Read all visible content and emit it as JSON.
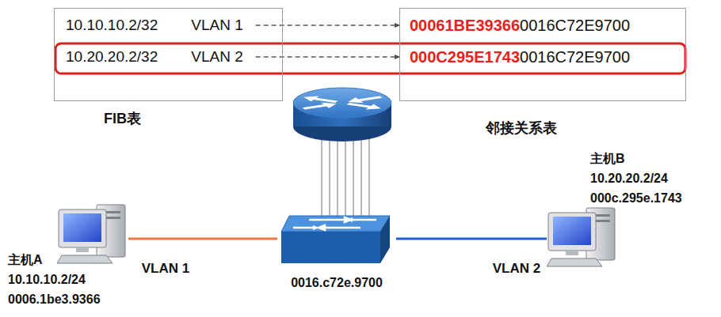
{
  "diagram": {
    "nodes": [
      {
        "text": [
          "FIB表"
        ]
      },
      {
        "text": [
          "10.10.10.2/32",
          "VLAN 1"
        ],
        "in": 0
      },
      {
        "text": [
          "10.20.20.2/32",
          "VLAN 2"
        ],
        "in": 0
      },
      {
        "text": [
          "邻接关系表"
        ]
      },
      {
        "text": [
          "00061BE39366",
          "0016C72E9700"
        ],
        "in": 3
      },
      {
        "text": [
          "000C295E1743",
          "0016C72E9700"
        ],
        "in": 3
      },
      {
        "text": [
          "主机A",
          "10.10.10.2/24",
          "0006.1be3.9366"
        ]
      },
      {
        "text": [
          "0016.c72e.9700"
        ]
      },
      {
        "text": [
          "主机B",
          "10.20.20.2/24",
          "000c.295e.1743"
        ]
      }
    ],
    "edges": [
      {
        "from": 1,
        "to": 4,
        "arrow": "to"
      },
      {
        "from": 2,
        "to": 5,
        "arrow": "to"
      },
      {
        "from": 6,
        "to": 7,
        "arrow": "none",
        "label": "VLAN 1"
      },
      {
        "from": 7,
        "to": 8,
        "arrow": "none",
        "label": "VLAN 2"
      }
    ]
  }
}
